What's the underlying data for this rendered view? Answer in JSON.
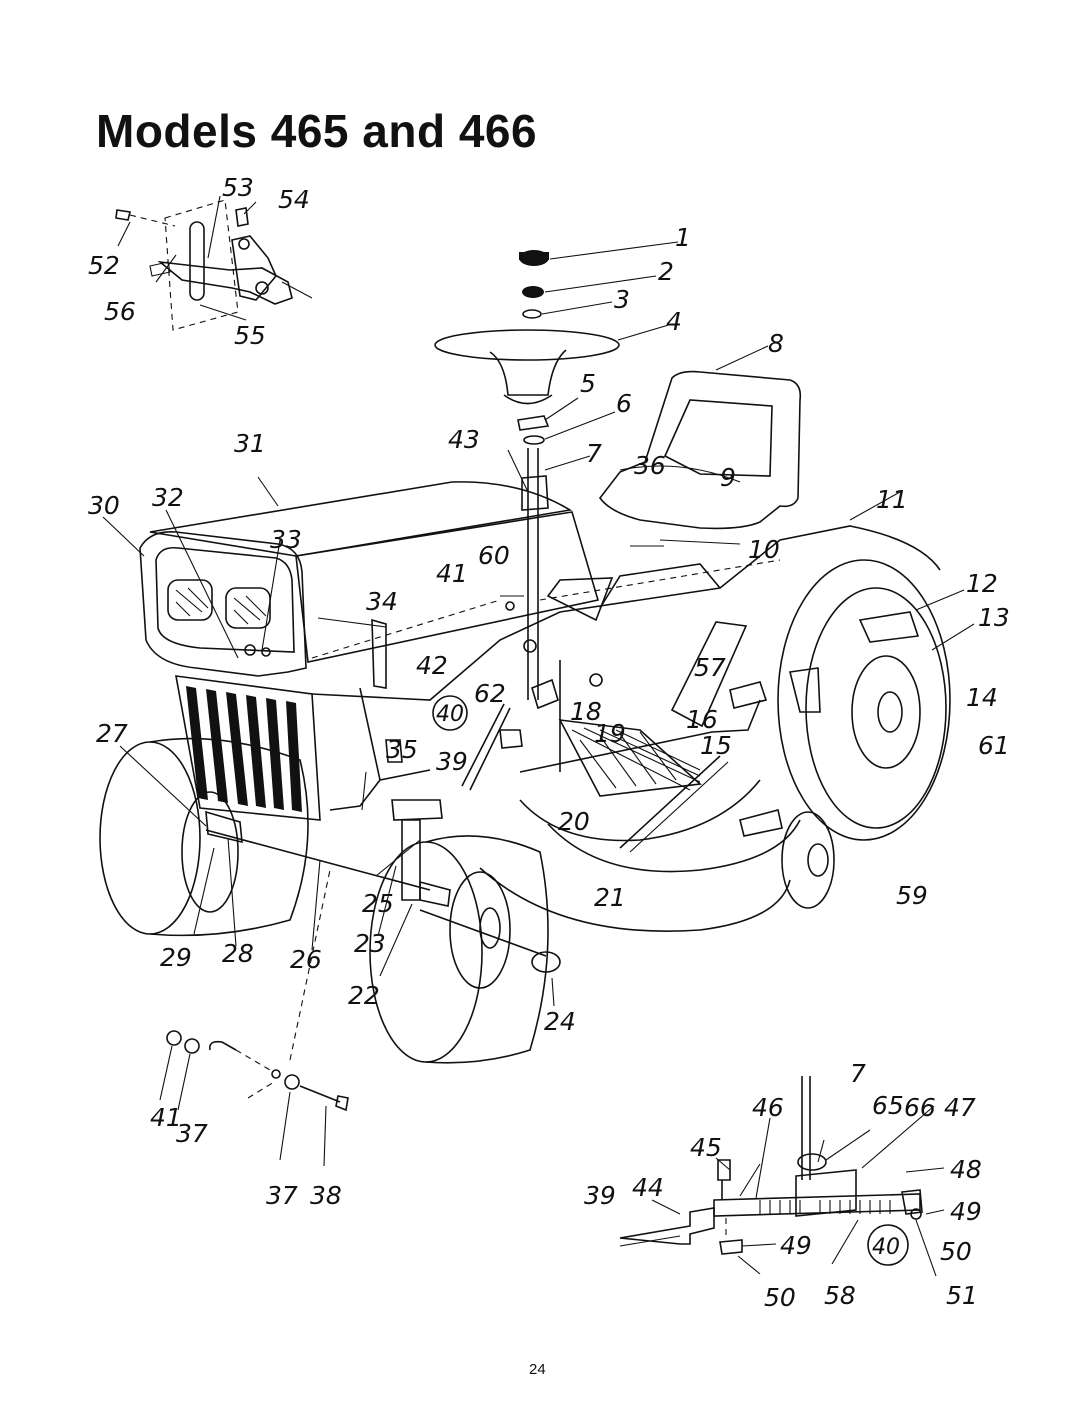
{
  "title": "Models 465 and 466",
  "page_number": "24",
  "callouts": {
    "c1": "1",
    "c2": "2",
    "c3": "3",
    "c4": "4",
    "c5": "5",
    "c6": "6",
    "c7": "7",
    "c8": "8",
    "c9": "9",
    "c10": "10",
    "c11": "11",
    "c12": "12",
    "c13": "13",
    "c14": "14",
    "c15": "15",
    "c16": "16",
    "c18": "18",
    "c19": "19",
    "c20": "20",
    "c21": "21",
    "c22": "22",
    "c23": "23",
    "c24": "24",
    "c25": "25",
    "c26": "26",
    "c27": "27",
    "c28": "28",
    "c29": "29",
    "c30": "30",
    "c31": "31",
    "c32": "32",
    "c33": "33",
    "c34": "34",
    "c35": "35",
    "c36": "36",
    "c39": "39",
    "c40": "40",
    "c41": "41",
    "c42": "42",
    "c43": "43",
    "c52": "52",
    "c53": "53",
    "c54": "54",
    "c55": "55",
    "c56": "56",
    "c57": "57",
    "c59": "59",
    "c60": "60",
    "c61": "61",
    "c62": "62"
  },
  "inset_axle": {
    "c41": "41",
    "c37a": "37",
    "c37b": "37",
    "c38": "38"
  },
  "inset_steering": {
    "c7": "7",
    "c46": "46",
    "c65": "65",
    "c66": "66",
    "c47": "47",
    "c45": "45",
    "c48": "48",
    "c39": "39",
    "c44": "44",
    "c49a": "49",
    "c49b": "49",
    "c40": "40",
    "c50a": "50",
    "c50b": "50",
    "c58": "58",
    "c51": "51"
  }
}
